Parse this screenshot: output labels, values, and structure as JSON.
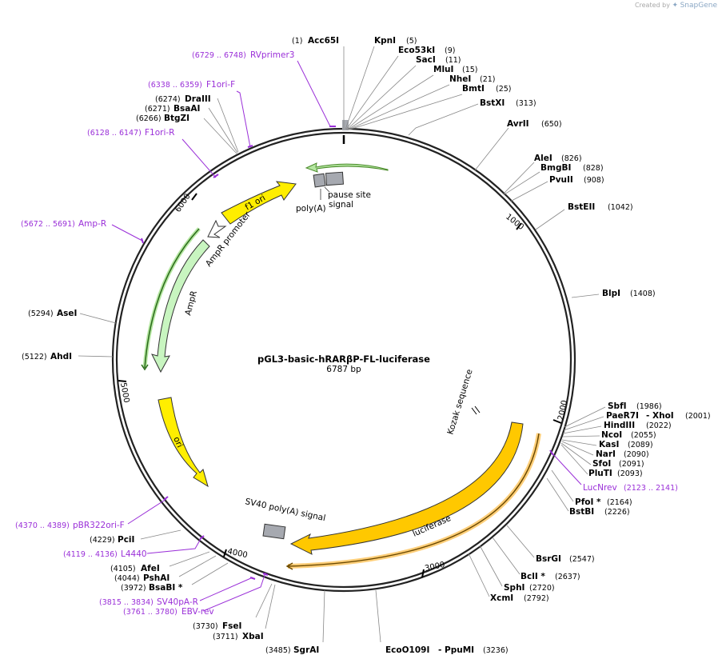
{
  "brand": {
    "created_by": "Created by",
    "app_name": "SnapGene"
  },
  "plasmid": {
    "name": "pGL3-basic-hRARβP-FL-luciferase",
    "length_label": "6787 bp"
  },
  "ticks": [
    "1000",
    "2000",
    "3000",
    "4000",
    "5000",
    "6000"
  ],
  "colors": {
    "yellow": "#ffee00",
    "orange": "#ffc800",
    "green": "#c8f5c0",
    "primer": "#9a2fd8",
    "grey": "#a6a9b0"
  },
  "sites": [
    {
      "name": "Acc65I",
      "pos": "(1)",
      "side": "left"
    },
    {
      "name": "KpnI",
      "pos": "(5)",
      "side": "right"
    },
    {
      "name": "Eco53kI",
      "pos": "(9)",
      "side": "right"
    },
    {
      "name": "SacI",
      "pos": "(11)",
      "side": "right"
    },
    {
      "name": "MluI",
      "pos": "(15)",
      "side": "right"
    },
    {
      "name": "NheI",
      "pos": "(21)",
      "side": "right"
    },
    {
      "name": "BmtI",
      "pos": "(25)",
      "side": "right"
    },
    {
      "name": "BstXI",
      "pos": "(313)",
      "side": "right"
    },
    {
      "name": "AvrII",
      "pos": "(650)",
      "side": "right"
    },
    {
      "name": "AleI",
      "pos": "(826)",
      "side": "right"
    },
    {
      "name": "BmgBI",
      "pos": "(828)",
      "side": "right"
    },
    {
      "name": "PvuII",
      "pos": "(908)",
      "side": "right"
    },
    {
      "name": "BstEII",
      "pos": "(1042)",
      "side": "right"
    },
    {
      "name": "BlpI",
      "pos": "(1408)",
      "side": "right"
    },
    {
      "name": "SbfI",
      "pos": "(1986)",
      "side": "right"
    },
    {
      "name": "PaeR7I",
      "pos": "",
      "side": "right"
    },
    {
      "name": "- XhoI",
      "pos": "(2001)",
      "side": "right"
    },
    {
      "name": "HindIII",
      "pos": "(2022)",
      "side": "right"
    },
    {
      "name": "NcoI",
      "pos": "(2055)",
      "side": "right"
    },
    {
      "name": "KasI",
      "pos": "(2089)",
      "side": "right"
    },
    {
      "name": "NarI",
      "pos": "(2090)",
      "side": "right"
    },
    {
      "name": "SfoI",
      "pos": "(2091)",
      "side": "right"
    },
    {
      "name": "PluTI",
      "pos": "(2093)",
      "side": "right"
    },
    {
      "name": "PfoI *",
      "pos": "(2164)",
      "side": "right"
    },
    {
      "name": "BstBI",
      "pos": "(2226)",
      "side": "right"
    },
    {
      "name": "BsrGI",
      "pos": "(2547)",
      "side": "right"
    },
    {
      "name": "BclI *",
      "pos": "(2637)",
      "side": "right"
    },
    {
      "name": "SphI",
      "pos": "(2720)",
      "side": "right"
    },
    {
      "name": "XcmI",
      "pos": "(2792)",
      "side": "right"
    },
    {
      "name": "EcoO109I",
      "pos": "",
      "side": "right"
    },
    {
      "name": "- PpuMI",
      "pos": "(3236)",
      "side": "right"
    },
    {
      "name": "SgrAI",
      "pos": "(3485)",
      "side": "left"
    },
    {
      "name": "XbaI",
      "pos": "(3711)",
      "side": "left"
    },
    {
      "name": "FseI",
      "pos": "(3730)",
      "side": "left"
    },
    {
      "name": "BsaBI *",
      "pos": "(3972)",
      "side": "left"
    },
    {
      "name": "PshAI",
      "pos": "(4044)",
      "side": "left"
    },
    {
      "name": "AfeI",
      "pos": "(4105)",
      "side": "left"
    },
    {
      "name": "PciI",
      "pos": "(4229)",
      "side": "left"
    },
    {
      "name": "AhdI",
      "pos": "(5122)",
      "side": "left"
    },
    {
      "name": "AseI",
      "pos": "(5294)",
      "side": "left"
    },
    {
      "name": "BtgZI",
      "pos": "(6266)",
      "side": "left"
    },
    {
      "name": "BsaAI",
      "pos": "(6271)",
      "side": "left"
    },
    {
      "name": "DraIII",
      "pos": "(6274)",
      "side": "left"
    }
  ],
  "primers": [
    {
      "name": "RVprimer3",
      "range": "(6729 .. 6748)"
    },
    {
      "name": "F1ori-F",
      "range": "(6338 .. 6359)"
    },
    {
      "name": "F1ori-R",
      "range": "(6128 .. 6147)"
    },
    {
      "name": "Amp-R",
      "range": "(5672 .. 5691)"
    },
    {
      "name": "LucNrev",
      "range": "(2123 .. 2141)"
    },
    {
      "name": "pBR322ori-F",
      "range": "(4370 .. 4389)"
    },
    {
      "name": "L4440",
      "range": "(4119 .. 4136)"
    },
    {
      "name": "SV40pA-R",
      "range": "(3815 .. 3834)"
    },
    {
      "name": "EBV-rev",
      "range": "(3761 .. 3780)"
    }
  ],
  "features": [
    {
      "name": "f1 ori"
    },
    {
      "name": "AmpR promoter"
    },
    {
      "name": "AmpR"
    },
    {
      "name": "ori"
    },
    {
      "name": "luciferase"
    },
    {
      "name": "SV40 poly(A) signal"
    },
    {
      "name": "poly(A)"
    },
    {
      "name": "signal"
    },
    {
      "name": "pause site"
    },
    {
      "name": "Kozak sequence"
    }
  ]
}
